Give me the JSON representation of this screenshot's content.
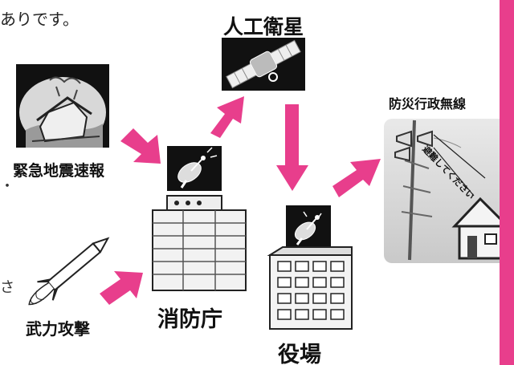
{
  "text": {
    "intro": "ありです。",
    "satellite": "人工衛星",
    "earthquake": "緊急地震速報",
    "fire_agency": "消防庁",
    "municipal_office": "役場",
    "disaster_radio": "防災行政無線",
    "armed_attack": "武力攻撃",
    "evacuate_bubble": "避難してください",
    "edge_char_1": "・",
    "edge_char_2": "さ"
  },
  "colors": {
    "arrow": "#e83e8c",
    "side_bar": "#e83e8c",
    "icon_bg": "#111111"
  },
  "icons": [
    "earthquake-house-icon",
    "satellite-icon",
    "dish-antenna-icon",
    "building-icon",
    "missile-icon",
    "loudspeaker-tower-icon",
    "house-icon"
  ]
}
